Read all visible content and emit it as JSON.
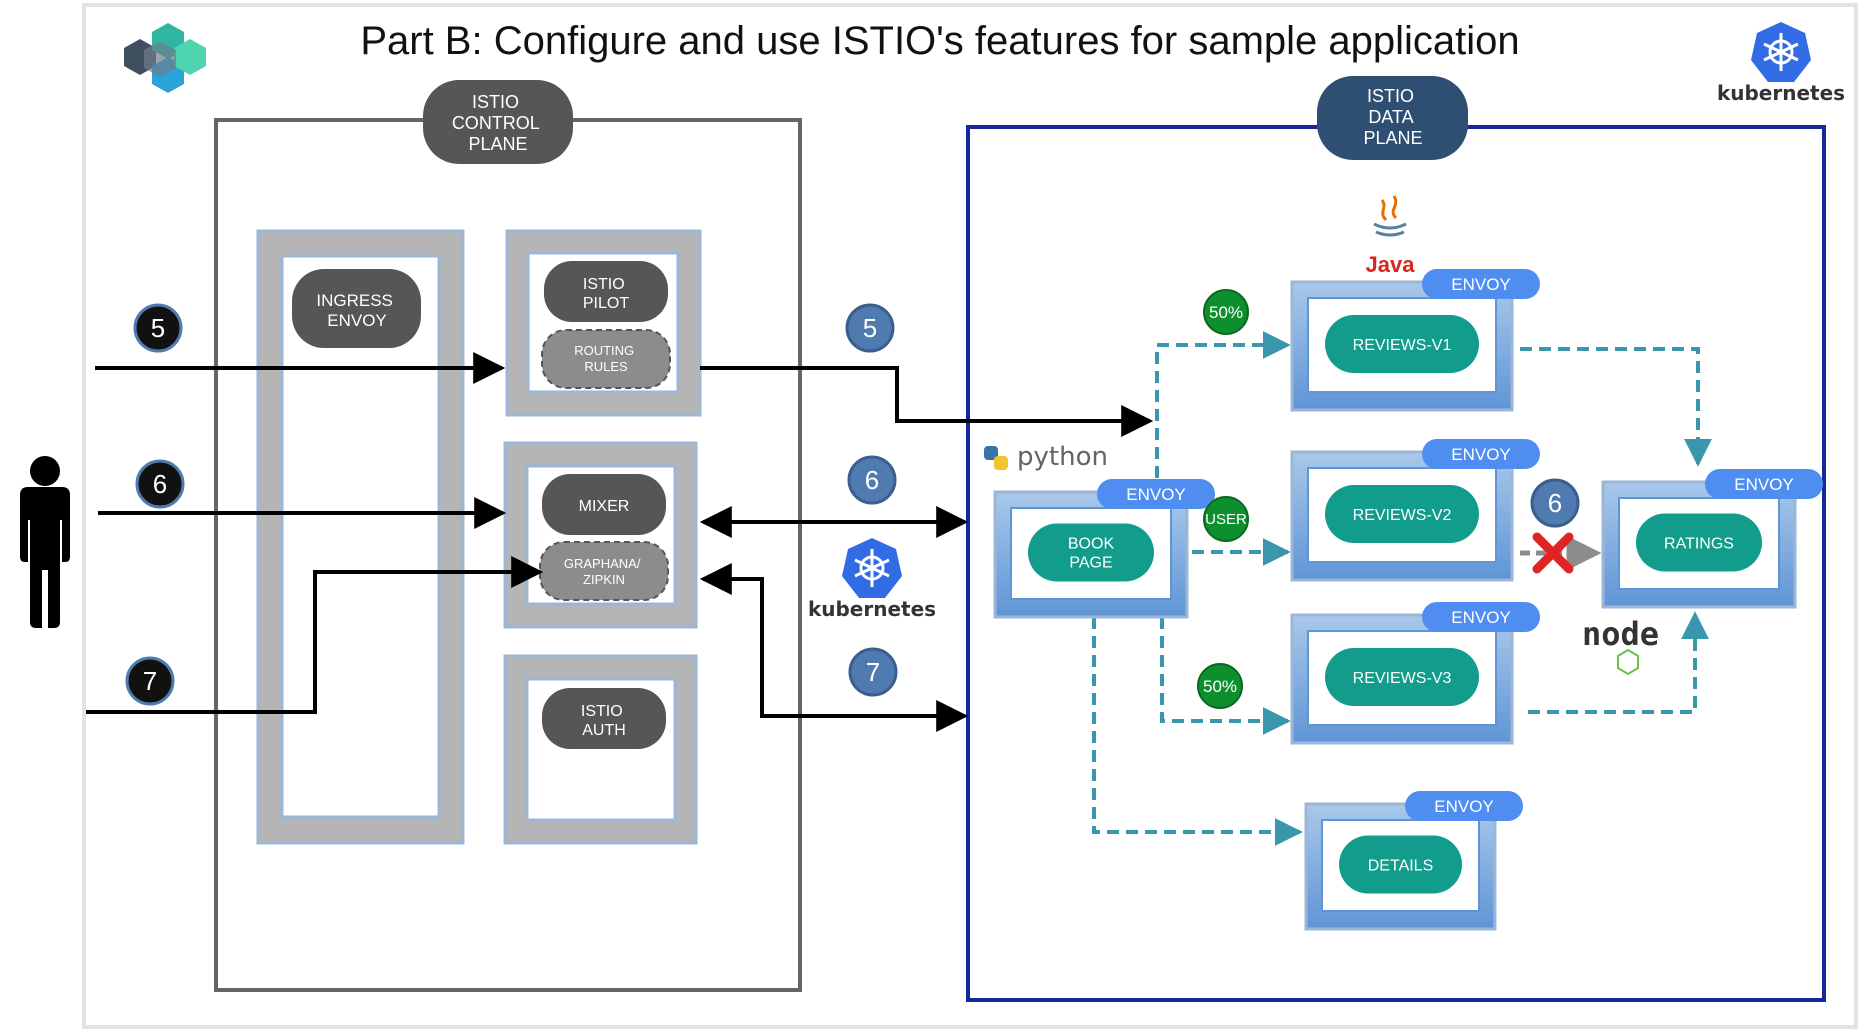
{
  "title": "Part B: Configure and use ISTIO's features for sample application",
  "control_plane": {
    "label": [
      "ISTIO",
      "CONTROL",
      "PLANE"
    ],
    "ingress": [
      "INGRESS",
      "ENVOY"
    ],
    "pilot": [
      "ISTIO",
      "PILOT"
    ],
    "routing": [
      "ROUTING",
      "RULES"
    ],
    "mixer": "MIXER",
    "graphana": [
      "GRAPHANA/",
      "ZIPKIN"
    ],
    "auth": [
      "ISTIO",
      "AUTH"
    ]
  },
  "data_plane": {
    "label": [
      "ISTIO",
      "DATA",
      "PLANE"
    ],
    "envoy_label": "ENVOY",
    "bookpage": [
      "BOOK",
      "PAGE"
    ],
    "reviews_v1": "REVIEWS-V1",
    "reviews_v2": "REVIEWS-V2",
    "reviews_v3": "REVIEWS-V3",
    "ratings": "RATINGS",
    "details": "DETAILS",
    "pct_v1": "50%",
    "pct_v3": "50%",
    "user_tag": "USER"
  },
  "steps": {
    "left": [
      "5",
      "6",
      "7"
    ],
    "middle": [
      "5",
      "6",
      "7"
    ],
    "ratings_step": "6"
  },
  "logos": {
    "kubernetes": "kubernetes",
    "python": "python",
    "java": "Java",
    "node": "node"
  },
  "icons": [
    "ibm-cloud-hex-logo",
    "kubernetes-wheel-icon",
    "person-icon",
    "python-logo",
    "java-logo",
    "nodejs-logo",
    "red-x-icon"
  ],
  "colors": {
    "teal": "#129C8C",
    "dark_pill": "#565656",
    "navy": "#14289C",
    "envoy_blue": "#4F8EF0",
    "green_badge": "#0E8F2E",
    "steel_circle": "#4F7BB0",
    "flow_dashed": "#3A96AD"
  }
}
